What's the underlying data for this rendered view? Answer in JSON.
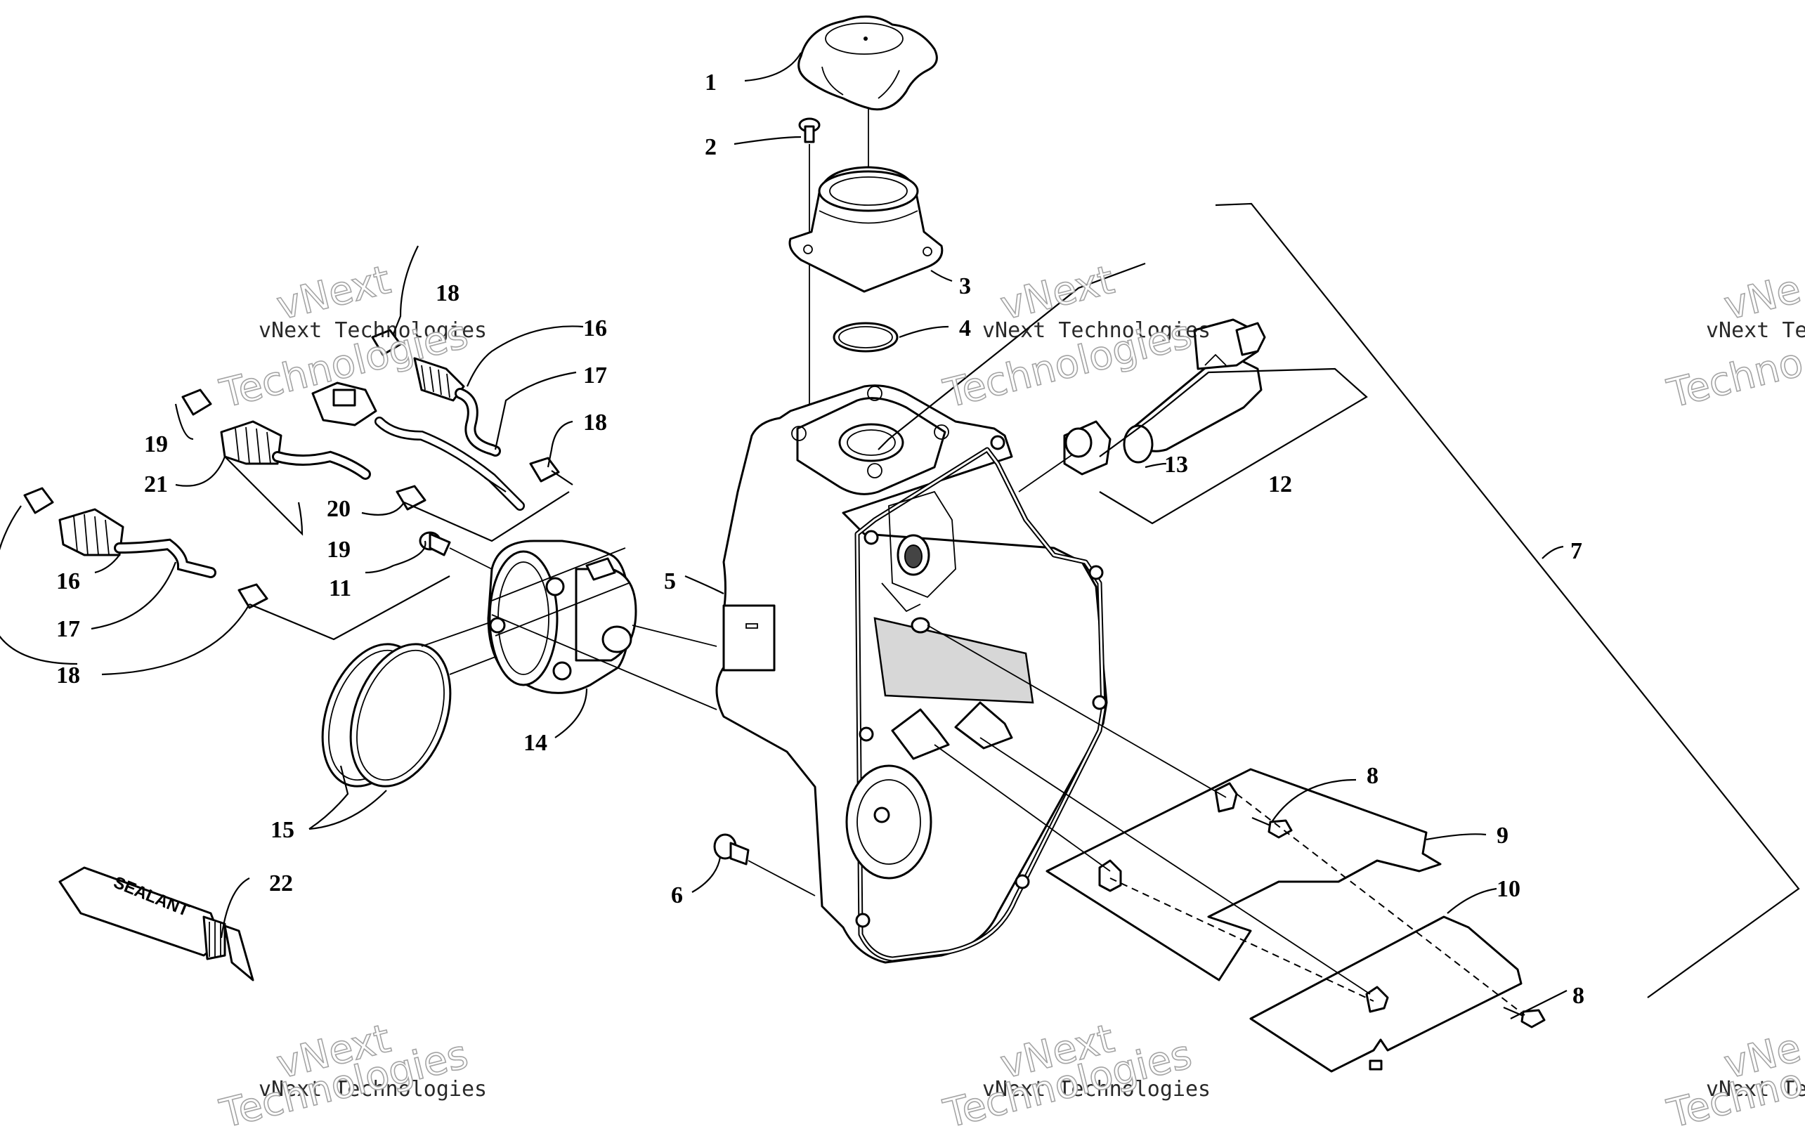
{
  "callouts": [
    {
      "id": "1",
      "label": "1"
    },
    {
      "id": "2",
      "label": "2"
    },
    {
      "id": "3",
      "label": "3"
    },
    {
      "id": "4",
      "label": "4"
    },
    {
      "id": "5",
      "label": "5"
    },
    {
      "id": "6",
      "label": "6"
    },
    {
      "id": "7",
      "label": "7"
    },
    {
      "id": "8a",
      "label": "8"
    },
    {
      "id": "8b",
      "label": "8"
    },
    {
      "id": "9",
      "label": "9"
    },
    {
      "id": "10",
      "label": "10"
    },
    {
      "id": "11",
      "label": "11"
    },
    {
      "id": "12",
      "label": "12"
    },
    {
      "id": "13",
      "label": "13"
    },
    {
      "id": "14",
      "label": "14"
    },
    {
      "id": "15",
      "label": "15"
    },
    {
      "id": "16a",
      "label": "16"
    },
    {
      "id": "16b",
      "label": "16"
    },
    {
      "id": "17a",
      "label": "17"
    },
    {
      "id": "17b",
      "label": "17"
    },
    {
      "id": "18a",
      "label": "18"
    },
    {
      "id": "18b",
      "label": "18"
    },
    {
      "id": "18c",
      "label": "18"
    },
    {
      "id": "19a",
      "label": "19"
    },
    {
      "id": "19b",
      "label": "19"
    },
    {
      "id": "20",
      "label": "20"
    },
    {
      "id": "21",
      "label": "21"
    },
    {
      "id": "22",
      "label": "22"
    }
  ],
  "sealant_label": "SEALANT",
  "watermark": {
    "line1": "vNext Technologies",
    "line2a": "vNext",
    "line2b": "Technologies",
    "partial1": "vNext Tec",
    "partial2a": "vNe",
    "partial2b": "Techno"
  }
}
